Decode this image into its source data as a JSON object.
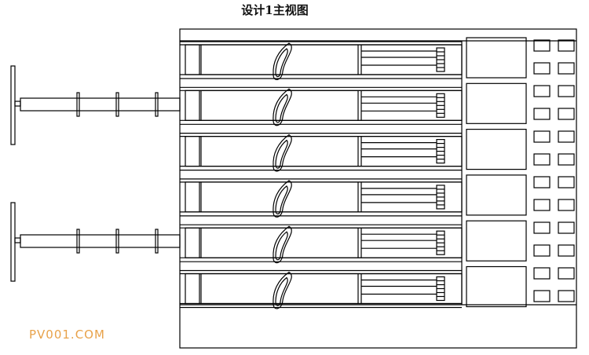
{
  "title": "设计1主视图",
  "watermark": "PV001.COM",
  "colors": {
    "line": "#000000",
    "watermark": "#e8a24a",
    "background": "#ffffff"
  },
  "drawing": {
    "view": "front-view",
    "drawer_count": 6,
    "side_panel_rows": 12,
    "side_panel_columns": 2,
    "arm_count": 2
  }
}
